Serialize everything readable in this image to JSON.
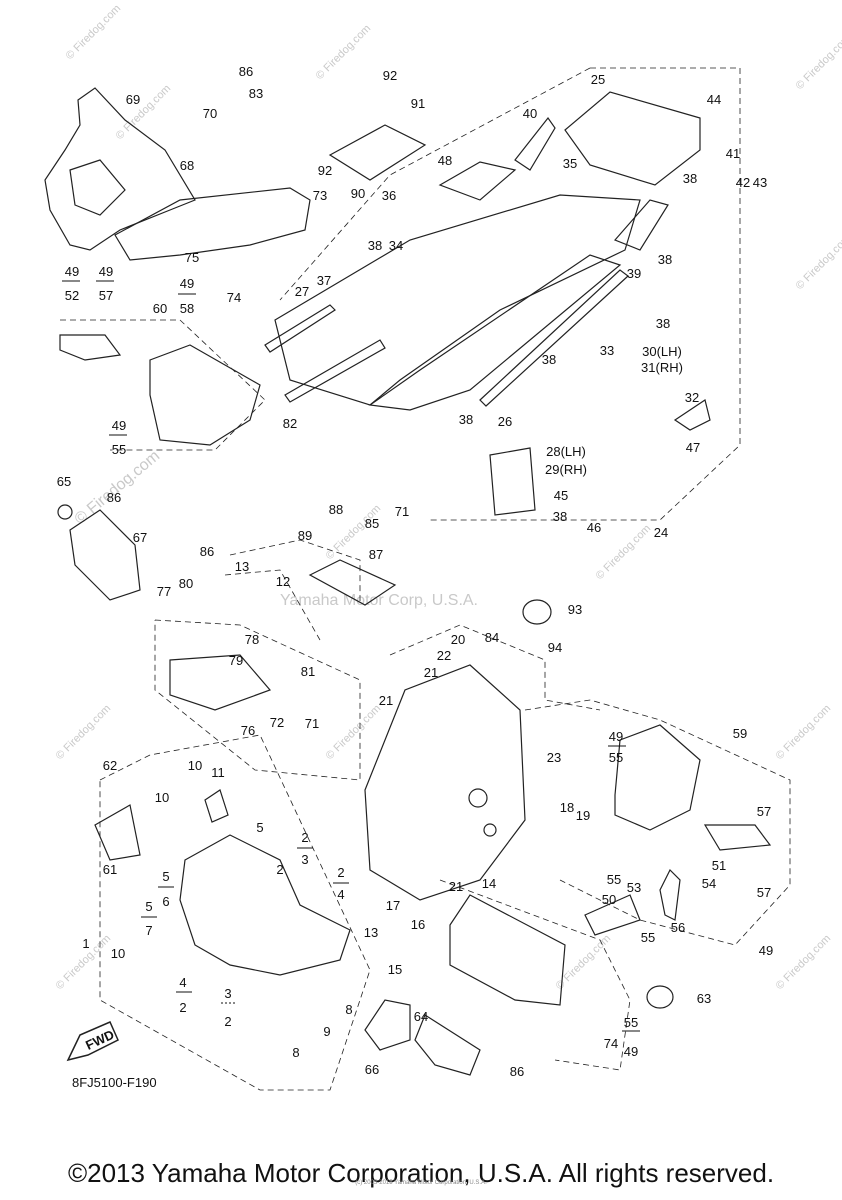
{
  "diagram_code": "8FJ5100-F190",
  "fwd_label": "FWD",
  "watermarks": {
    "firedog": "© Firedog.com",
    "center": "Yamaha Motor Corp, U.S.A."
  },
  "footer": {
    "copyright": "©2013 Yamaha Motor Corporation, U.S.A. All rights reserved.",
    "tiny": "(c) 2005-2015 Yamaha Motor Corporation, U.S.A."
  },
  "callouts": [
    {
      "id": "c86a",
      "text": "86"
    },
    {
      "id": "c83",
      "text": "83"
    },
    {
      "id": "c92a",
      "text": "92"
    },
    {
      "id": "c91",
      "text": "91"
    },
    {
      "id": "c25",
      "text": "25"
    },
    {
      "id": "c44",
      "text": "44"
    },
    {
      "id": "c69",
      "text": "69"
    },
    {
      "id": "c70",
      "text": "70"
    },
    {
      "id": "c40",
      "text": "40"
    },
    {
      "id": "c48",
      "text": "48"
    },
    {
      "id": "c35",
      "text": "35"
    },
    {
      "id": "c41",
      "text": "41"
    },
    {
      "id": "c42",
      "text": "42"
    },
    {
      "id": "c43",
      "text": "43"
    },
    {
      "id": "c38a",
      "text": "38"
    },
    {
      "id": "c92b",
      "text": "92"
    },
    {
      "id": "c90",
      "text": "90"
    },
    {
      "id": "c36",
      "text": "36"
    },
    {
      "id": "c68",
      "text": "68"
    },
    {
      "id": "c73",
      "text": "73"
    },
    {
      "id": "c38b",
      "text": "38"
    },
    {
      "id": "c34",
      "text": "34"
    },
    {
      "id": "c39",
      "text": "39"
    },
    {
      "id": "c38c",
      "text": "38"
    },
    {
      "id": "c75",
      "text": "75"
    },
    {
      "id": "c37",
      "text": "37"
    },
    {
      "id": "c27",
      "text": "27"
    },
    {
      "id": "c74a",
      "text": "74"
    },
    {
      "id": "c38d",
      "text": "38"
    },
    {
      "id": "c30",
      "text": "30(LH)"
    },
    {
      "id": "c31",
      "text": "31(RH)"
    },
    {
      "id": "c33",
      "text": "33"
    },
    {
      "id": "c60",
      "text": "60"
    },
    {
      "id": "c38e",
      "text": "38"
    },
    {
      "id": "c32",
      "text": "32"
    },
    {
      "id": "c82",
      "text": "82"
    },
    {
      "id": "c38f",
      "text": "38"
    },
    {
      "id": "c26",
      "text": "26"
    },
    {
      "id": "c47",
      "text": "47"
    },
    {
      "id": "c28",
      "text": "28(LH)"
    },
    {
      "id": "c29",
      "text": "29(RH)"
    },
    {
      "id": "c65",
      "text": "65"
    },
    {
      "id": "c86b",
      "text": "86"
    },
    {
      "id": "c85",
      "text": "85"
    },
    {
      "id": "c71a",
      "text": "71"
    },
    {
      "id": "c45",
      "text": "45"
    },
    {
      "id": "c88",
      "text": "88"
    },
    {
      "id": "c38g",
      "text": "38"
    },
    {
      "id": "c46",
      "text": "46"
    },
    {
      "id": "c24",
      "text": "24"
    },
    {
      "id": "c67",
      "text": "67"
    },
    {
      "id": "c89",
      "text": "89"
    },
    {
      "id": "c87",
      "text": "87"
    },
    {
      "id": "c86c",
      "text": "86"
    },
    {
      "id": "c13a",
      "text": "13"
    },
    {
      "id": "c12",
      "text": "12"
    },
    {
      "id": "c80",
      "text": "80"
    },
    {
      "id": "c77",
      "text": "77"
    },
    {
      "id": "c93",
      "text": "93"
    },
    {
      "id": "c94",
      "text": "94"
    },
    {
      "id": "c20",
      "text": "20"
    },
    {
      "id": "c84",
      "text": "84"
    },
    {
      "id": "c22",
      "text": "22"
    },
    {
      "id": "c78",
      "text": "78"
    },
    {
      "id": "c79",
      "text": "79"
    },
    {
      "id": "c21a",
      "text": "21"
    },
    {
      "id": "c81",
      "text": "81"
    },
    {
      "id": "c21b",
      "text": "21"
    },
    {
      "id": "c76",
      "text": "76"
    },
    {
      "id": "c72",
      "text": "72"
    },
    {
      "id": "c71b",
      "text": "71"
    },
    {
      "id": "c59",
      "text": "59"
    },
    {
      "id": "c49a",
      "text": "49"
    },
    {
      "id": "c55a",
      "text": "55"
    },
    {
      "id": "c23",
      "text": "23"
    },
    {
      "id": "c62",
      "text": "62"
    },
    {
      "id": "c10a",
      "text": "10"
    },
    {
      "id": "c11",
      "text": "11"
    },
    {
      "id": "c10b",
      "text": "10"
    },
    {
      "id": "c57a",
      "text": "57"
    },
    {
      "id": "c18",
      "text": "18"
    },
    {
      "id": "c19",
      "text": "19"
    },
    {
      "id": "c5a",
      "text": "5"
    },
    {
      "id": "c2a",
      "text": "2"
    },
    {
      "id": "c3a",
      "text": "3"
    },
    {
      "id": "c61",
      "text": "61"
    },
    {
      "id": "c51",
      "text": "51"
    },
    {
      "id": "c57b",
      "text": "57"
    },
    {
      "id": "c2b",
      "text": "2"
    },
    {
      "id": "c2c",
      "text": "2"
    },
    {
      "id": "c4a",
      "text": "4"
    },
    {
      "id": "c55b",
      "text": "55"
    },
    {
      "id": "c53",
      "text": "53"
    },
    {
      "id": "c54",
      "text": "54"
    },
    {
      "id": "c5b",
      "text": "5"
    },
    {
      "id": "c6",
      "text": "6"
    },
    {
      "id": "c21c",
      "text": "21"
    },
    {
      "id": "c14",
      "text": "14"
    },
    {
      "id": "c17",
      "text": "17"
    },
    {
      "id": "c50",
      "text": "50"
    },
    {
      "id": "c5c",
      "text": "5"
    },
    {
      "id": "c7",
      "text": "7"
    },
    {
      "id": "c16",
      "text": "16"
    },
    {
      "id": "c56",
      "text": "56"
    },
    {
      "id": "c55c",
      "text": "55"
    },
    {
      "id": "c1",
      "text": "1"
    },
    {
      "id": "c13b",
      "text": "13"
    },
    {
      "id": "c49b",
      "text": "49"
    },
    {
      "id": "c10c",
      "text": "10"
    },
    {
      "id": "c15",
      "text": "15"
    },
    {
      "id": "c4b",
      "text": "4"
    },
    {
      "id": "c2d",
      "text": "2"
    },
    {
      "id": "c3b",
      "text": "3"
    },
    {
      "id": "c2e",
      "text": "2"
    },
    {
      "id": "c8a",
      "text": "8"
    },
    {
      "id": "c9",
      "text": "9"
    },
    {
      "id": "c64",
      "text": "64"
    },
    {
      "id": "c63",
      "text": "63"
    },
    {
      "id": "c55d",
      "text": "55"
    },
    {
      "id": "c49c",
      "text": "49"
    },
    {
      "id": "c74b",
      "text": "74"
    },
    {
      "id": "c8b",
      "text": "8"
    },
    {
      "id": "c66",
      "text": "66"
    },
    {
      "id": "c86d",
      "text": "86"
    },
    {
      "id": "c49d",
      "text": "49"
    },
    {
      "id": "c52",
      "text": "52"
    },
    {
      "id": "c49e",
      "text": "49"
    },
    {
      "id": "c57c",
      "text": "57"
    },
    {
      "id": "c49f",
      "text": "49"
    },
    {
      "id": "c58",
      "text": "58"
    },
    {
      "id": "c49g",
      "text": "49"
    },
    {
      "id": "c55e",
      "text": "55"
    }
  ]
}
